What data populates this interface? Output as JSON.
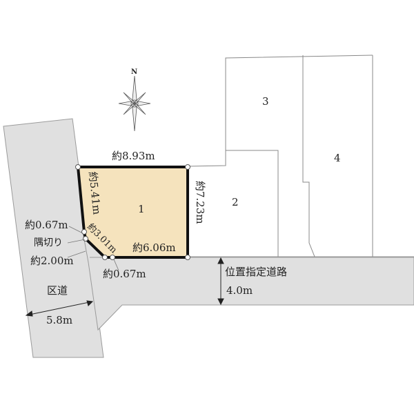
{
  "compass": {
    "label": "N"
  },
  "lots": [
    {
      "id": "1",
      "label": "1",
      "fill": "#f5e3bd",
      "highlighted": true
    },
    {
      "id": "2",
      "label": "2"
    },
    {
      "id": "3",
      "label": "3"
    },
    {
      "id": "4",
      "label": "4"
    }
  ],
  "dimensions": {
    "top": "約8.93m",
    "right": "約7.23m",
    "left": "約5.41m",
    "diagonal": "約3.01m",
    "bottom": "約6.06m",
    "corner_upper": "約0.67m",
    "corner_cut_label": "隅切り",
    "corner_length": "約2.00m",
    "corner_lower": "約0.67m"
  },
  "roads": {
    "ward_road": {
      "label": "区道",
      "width": "5.8m"
    },
    "designated_road": {
      "label": "位置指定道路",
      "width": "4.0m"
    },
    "color": "#e0e0e0"
  },
  "colors": {
    "boundary": "#111111",
    "lot_line": "#888888",
    "road": "#e0e0e0"
  }
}
